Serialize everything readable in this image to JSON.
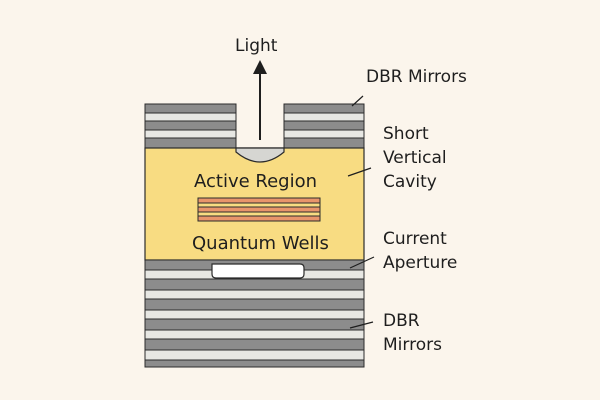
{
  "labels": {
    "light": "Light",
    "dbr_top": "DBR Mirrors",
    "cavity": [
      "Short",
      "Vertical",
      "Cavity"
    ],
    "active_region": "Active Region",
    "quantum_wells": "Quantum Wells",
    "aperture": [
      "Current",
      "Aperture"
    ],
    "dbr_bottom": [
      "DBR",
      "Mirrors"
    ]
  },
  "colors": {
    "background": "#fbf5ec",
    "dbr_dark": "#8c8c8c",
    "dbr_light": "#e7e7e3",
    "active_region": "#f8dc82",
    "quantum_well": "#e8956b",
    "aperture": "#ffffff",
    "outline": "#2b2b2b"
  }
}
